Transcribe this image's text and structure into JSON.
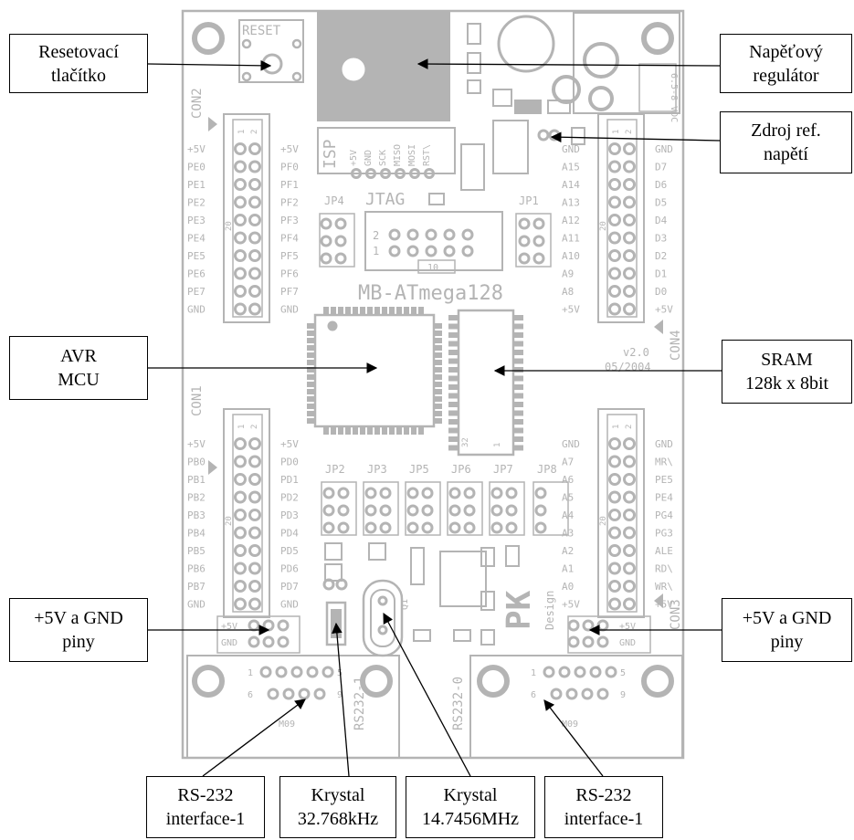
{
  "board": {
    "name": "MB-ATmega128",
    "version": "v2.0",
    "date": "05/2004",
    "reset_label": "RESET",
    "isp_label": "ISP",
    "jtag_label": "JTAG",
    "isp_pins": [
      "+5V",
      "GND",
      "SCK",
      "MISO",
      "MOSI",
      "RST\\"
    ],
    "con2": "CON2",
    "con1": "CON1",
    "con3": "CON3",
    "con4": "CON4",
    "con2_left": [
      "+5V",
      "PE0",
      "PE1",
      "PE2",
      "PE3",
      "PE4",
      "PE5",
      "PE6",
      "PE7",
      "GND"
    ],
    "con2_right": [
      "+5V",
      "PF0",
      "PF1",
      "PF2",
      "PF3",
      "PF4",
      "PF5",
      "PF6",
      "PF7",
      "GND"
    ],
    "con1_left": [
      "+5V",
      "PB0",
      "PB1",
      "PB2",
      "PB3",
      "PB4",
      "PB5",
      "PB6",
      "PB7",
      "GND"
    ],
    "con1_right": [
      "+5V",
      "PD0",
      "PD1",
      "PD2",
      "PD3",
      "PD4",
      "PD5",
      "PD6",
      "PD7",
      "GND"
    ],
    "con4_left": [
      "GND",
      "A15",
      "A14",
      "A13",
      "A12",
      "A11",
      "A10",
      "A9",
      "A8",
      "+5V"
    ],
    "con4_right": [
      "GND",
      "D7",
      "D6",
      "D5",
      "D4",
      "D3",
      "D2",
      "D1",
      "D0",
      "+5V"
    ],
    "con3_left": [
      "GND",
      "A7",
      "A6",
      "A5",
      "A4",
      "A3",
      "A2",
      "A1",
      "A0",
      "+5V"
    ],
    "con3_right": [
      "GND",
      "MR\\",
      "PE5",
      "PE4",
      "PG4",
      "PG3",
      "ALE",
      "RD\\",
      "WR\\",
      "+5V"
    ],
    "pin20": "20",
    "pin10": "10",
    "jumpers": [
      "JP2",
      "JP3",
      "JP5",
      "JP6",
      "JP7",
      "JP8"
    ],
    "jp4": "JP4",
    "jp1": "JP1",
    "rs232_1": "RS232-1",
    "rs232_0": "RS232-0",
    "m09": "M09",
    "dsub_top_nums": [
      "1",
      "5"
    ],
    "dsub_bot_nums": [
      "6",
      "9"
    ],
    "pk": "PK",
    "design": "Design",
    "q1": "Q1",
    "plus5v": "+5V",
    "gnd": "GND",
    "vdc": "6.5-8 VDC"
  },
  "callouts": {
    "reset": [
      "Resetovací",
      "tlačítko"
    ],
    "regulator": [
      "Napěťový",
      "regulátor"
    ],
    "vref": [
      "Zdroj ref.",
      "napětí"
    ],
    "mcu": [
      "AVR",
      "MCU"
    ],
    "sram": [
      "SRAM",
      "128k x 8bit"
    ],
    "pwr_left": [
      "+5V a GND",
      "piny"
    ],
    "pwr_right": [
      "+5V a GND",
      "piny"
    ],
    "rs232_a": [
      "RS-232",
      "interface-1"
    ],
    "xtal_a": [
      "Krystal",
      "32.768kHz"
    ],
    "xtal_b": [
      "Krystal",
      "14.7456MHz"
    ],
    "rs232_b": [
      "RS-232",
      "interface-1"
    ]
  }
}
